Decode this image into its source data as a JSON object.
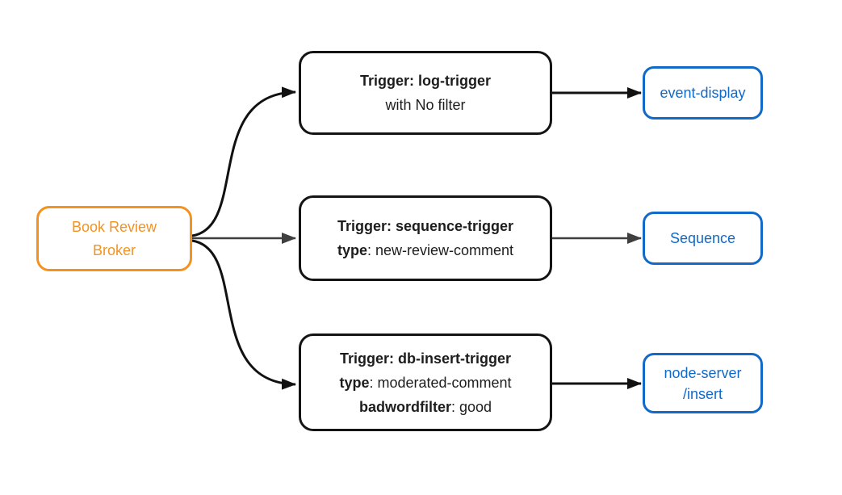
{
  "colors": {
    "broker_orange": "#F4921F",
    "destination_blue": "#1169C8",
    "trigger_black": "#141414",
    "arrow_black": "#111111",
    "arrow_gray": "#3F3F3F",
    "background": "#FFFFFF"
  },
  "broker": {
    "lines": [
      "Book Review",
      "Broker"
    ]
  },
  "rows": [
    {
      "trigger": {
        "lines": [
          {
            "bold": "Trigger: log-trigger",
            "plain": ""
          },
          {
            "bold": "",
            "plain": "with No filter"
          }
        ]
      },
      "destination": {
        "lines": [
          "event-display"
        ]
      }
    },
    {
      "trigger": {
        "lines": [
          {
            "bold": "Trigger: sequence-trigger",
            "plain": ""
          },
          {
            "bold": "type",
            "plain": ": new-review-comment"
          }
        ]
      },
      "destination": {
        "lines": [
          "Sequence"
        ]
      }
    },
    {
      "trigger": {
        "lines": [
          {
            "bold": "Trigger: db-insert-trigger",
            "plain": ""
          },
          {
            "bold": "type",
            "plain": ": moderated-comment"
          },
          {
            "bold": "badwordfilter",
            "plain": ": good"
          }
        ]
      },
      "destination": {
        "lines": [
          "node-server",
          "/insert"
        ]
      }
    }
  ]
}
